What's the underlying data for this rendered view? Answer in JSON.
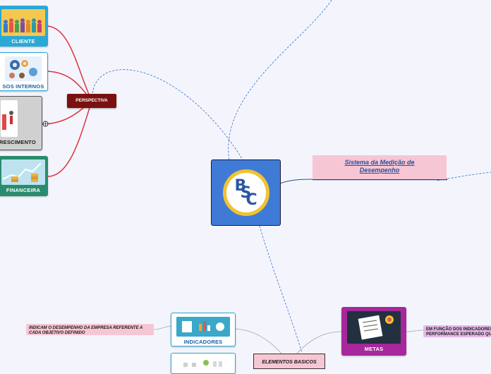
{
  "center": {
    "letters": [
      "B",
      "S",
      "C"
    ]
  },
  "perspectiva": {
    "label": "PERSPECTIVA"
  },
  "perspectives": [
    {
      "label": "CLIENTE",
      "bg": "#2aa8d6",
      "text": "#1d5ea8"
    },
    {
      "label": "SOS INTERNOS",
      "bg": "#ffffff",
      "text": "#1d5ea8"
    },
    {
      "label": "RESCIMENTO",
      "bg": "#d0d0d0",
      "text": "#1a1a1a"
    },
    {
      "label": "FINANCEIRA",
      "bg": "#2a8c6e",
      "text": "#ffffff"
    }
  ],
  "sistema": {
    "title": "Sistema da Medição de Desempenho"
  },
  "elementos": {
    "label": "ELEMENTOS BASICOS"
  },
  "indicadores": {
    "label": "INDICADORES",
    "note": "INDICAM O DESEMPENHO DA EMPRESA REFERENTE A CADA OBJETIVO DEFINIDO"
  },
  "metas": {
    "label": "METAS",
    "note": "EM FUNÇÃO DOS INDICADORES PERFORMANCE ESPERADO QU"
  },
  "colors": {
    "perspectiva_bg": "#7a1010",
    "pink": "#f7c6d4",
    "metas_bg": "#a8279c",
    "center_bg": "#3f7bd6",
    "link_red": "#e0323c",
    "link_blue": "#2f6fd0"
  }
}
